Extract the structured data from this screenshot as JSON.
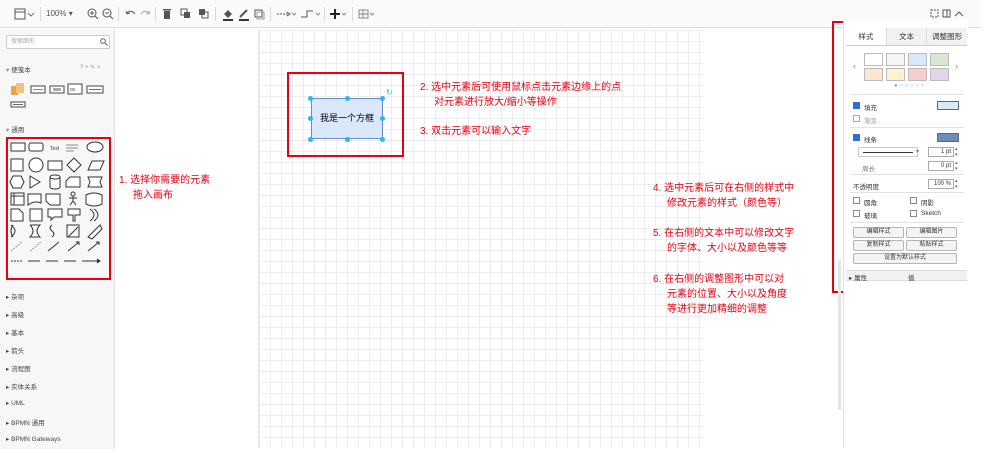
{
  "toolbar": {
    "zoom": "100%"
  },
  "sidebar": {
    "search_placeholder": "搜索图形",
    "scratchpad_title": "便笺本",
    "scratchpad_tools": "? + ✎ ×",
    "general_title": "通用",
    "text_shape_label": "Text",
    "categories": [
      "杂项",
      "高级",
      "基本",
      "箭头",
      "流程图",
      "实体关系",
      "UML",
      "BPMN 通用",
      "BPMN Gateways"
    ]
  },
  "canvas": {
    "node_label": "我是一个方框"
  },
  "annotations": {
    "a1_line1": "1. 选择你需要的元素",
    "a1_line2": "拖入画布",
    "a2_line1": "2. 选中元素后可使用鼠标点击元素边缘上的点",
    "a2_line2": "对元素进行放大/缩小等操作",
    "a3": "3. 双击元素可以输入文字",
    "a4_line1": "4. 选中元素后可在右侧的样式中",
    "a4_line2": "修改元素的样式（颜色等）",
    "a5_line1": "5. 在右侧的文本中可以修改文字",
    "a5_line2": "的字体、大小以及颜色等等",
    "a6_line1": "6. 在右侧的调整图形中可以对",
    "a6_line2": "元素的位置、大小以及角度",
    "a6_line3": "等进行更加精细的调整"
  },
  "panel": {
    "tabs": [
      "样式",
      "文本",
      "调整图形"
    ],
    "fill_label": "填充",
    "gradient_label": "渐变",
    "line_label": "线条",
    "line_width": "1 pt",
    "perimeter_label": "周长",
    "perimeter_value": "0 pt",
    "opacity_label": "不透明度",
    "opacity_value": "100 %",
    "rounded_label": "圆角",
    "shadow_label": "阴影",
    "glass_label": "玻璃",
    "sketch_label": "Sketch",
    "edit_style": "编辑样式",
    "edit_image": "编辑图片",
    "copy_style": "复制样式",
    "paste_style": "粘贴样式",
    "set_default": "设置为默认样式",
    "properties_label": "属性",
    "value_label": "值"
  },
  "colors": {
    "annotation_red": "#e60012",
    "node_fill": "#dae8fc",
    "node_stroke": "#6c8ebf",
    "selection_blue": "#29b6f2",
    "swatches": [
      "#ffffff",
      "#f5f5f5",
      "#dae8fc",
      "#d5e8d4",
      "#ffe6cc",
      "#fff2cc",
      "#f8cecc",
      "#e1d5e7"
    ]
  }
}
